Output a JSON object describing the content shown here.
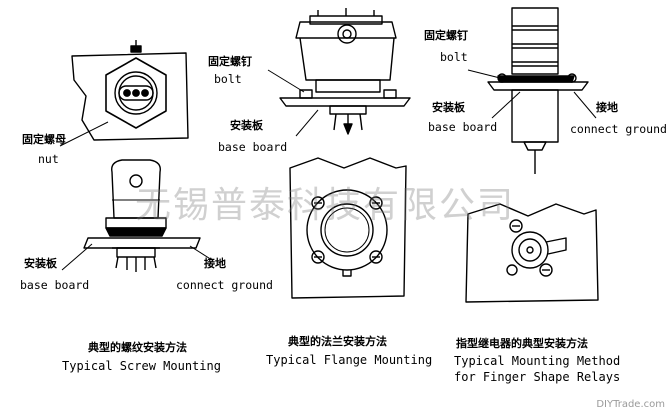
{
  "colors": {
    "ink": "#000000",
    "watermark": "#808080"
  },
  "labels": {
    "nut_cn": "固定螺母",
    "nut_en": "nut",
    "bolt1_cn": "固定螺钉",
    "bolt1_en": "bolt",
    "base1_cn": "安装板",
    "base1_en": "base board",
    "bolt2_cn": "固定螺钉",
    "bolt2_en": "bolt",
    "base2_cn": "安装板",
    "base2_en": "base board",
    "ground2_cn": "接地",
    "ground2_en": "connect ground",
    "base3_cn": "安装板",
    "base3_en": "base board",
    "ground3_cn": "接地",
    "ground3_en": "connect ground"
  },
  "captions": {
    "screw_cn": "典型的螺纹安装方法",
    "screw_en": "Typical Screw Mounting",
    "flange_cn": "典型的法兰安装方法",
    "flange_en": "Typical Flange Mounting",
    "finger_cn": "指型继电器的典型安装方法",
    "finger_en_1": "Typical Mounting Method",
    "finger_en_2": "for Finger Shape Relays"
  },
  "watermark": {
    "company": "无锡普泰科技有限公司",
    "site": "DIYTrade.com"
  }
}
